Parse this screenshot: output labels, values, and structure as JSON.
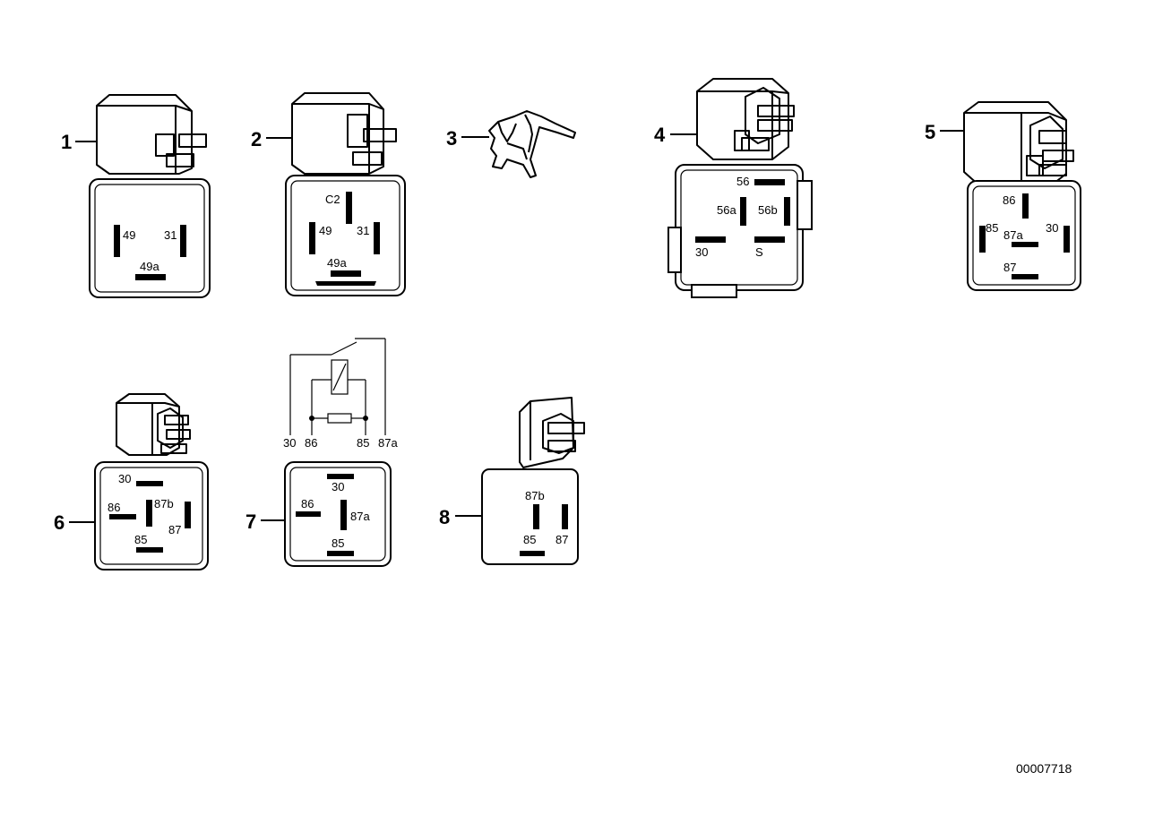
{
  "document_id": "00007718",
  "callouts": [
    "1",
    "2",
    "3",
    "4",
    "5",
    "6",
    "7",
    "8"
  ],
  "parts": {
    "p1": {
      "pins": [
        "49",
        "31",
        "49a"
      ]
    },
    "p2": {
      "pins": [
        "C2",
        "49",
        "31",
        "49a"
      ]
    },
    "p4": {
      "pins": [
        "56",
        "56a",
        "56b",
        "30",
        "S"
      ]
    },
    "p5": {
      "pins": [
        "86",
        "85",
        "87a",
        "30",
        "87"
      ]
    },
    "p6": {
      "pins": [
        "30",
        "86",
        "87b",
        "87",
        "85"
      ]
    },
    "p7": {
      "schematic_pins": [
        "30",
        "86",
        "85",
        "87a"
      ],
      "pins": [
        "30",
        "86",
        "87a",
        "85"
      ]
    },
    "p8": {
      "pins": [
        "87b",
        "85",
        "87"
      ]
    }
  }
}
